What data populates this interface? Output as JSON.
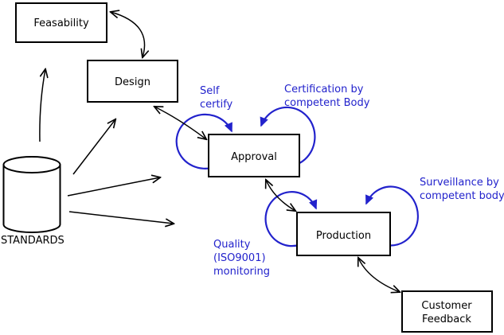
{
  "diagram": {
    "type": "process-flow",
    "background": "#ffffff"
  },
  "colors": {
    "annotation": "#2222CC",
    "stroke": "#000000",
    "node_fill": "#ffffff"
  },
  "nodes": {
    "feasability": {
      "label": "Feasability"
    },
    "design": {
      "label": "Design"
    },
    "approval": {
      "label": "Approval"
    },
    "production": {
      "label": "Production"
    },
    "customer_feedback": {
      "line1": "Customer",
      "line2": "Feedback"
    },
    "standards": {
      "label": "STANDARDS",
      "shape": "cylinder"
    }
  },
  "annotations": {
    "self_certify": {
      "line1": "Self",
      "line2": "certify"
    },
    "certification": {
      "line1": "Certification by",
      "line2": "competent Body"
    },
    "surveillance": {
      "line1": "Surveillance by",
      "line2": "competent body"
    },
    "quality": {
      "line1": "Quality",
      "line2": "(ISO9001)",
      "line3": "monitoring"
    }
  },
  "edges": [
    {
      "from": "Feasability",
      "to": "Design",
      "bidirectional": true
    },
    {
      "from": "Design",
      "to": "Approval",
      "bidirectional": true
    },
    {
      "from": "Approval",
      "to": "Production",
      "bidirectional": true
    },
    {
      "from": "Production",
      "to": "Customer Feedback",
      "bidirectional": true
    },
    {
      "from": "STANDARDS",
      "to": "Feasability",
      "bidirectional": false
    },
    {
      "from": "STANDARDS",
      "to": "Design",
      "bidirectional": false
    },
    {
      "from": "STANDARDS",
      "to": "Approval",
      "bidirectional": false
    },
    {
      "from": "STANDARDS",
      "to": "Production",
      "bidirectional": false
    },
    {
      "node": "Approval",
      "type": "self-loop",
      "label": "Self certify"
    },
    {
      "node": "Approval",
      "type": "self-loop",
      "label": "Certification by competent Body"
    },
    {
      "node": "Production",
      "type": "self-loop",
      "label": "Quality (ISO9001) monitoring"
    },
    {
      "node": "Production",
      "type": "self-loop",
      "label": "Surveillance by competent body"
    }
  ]
}
